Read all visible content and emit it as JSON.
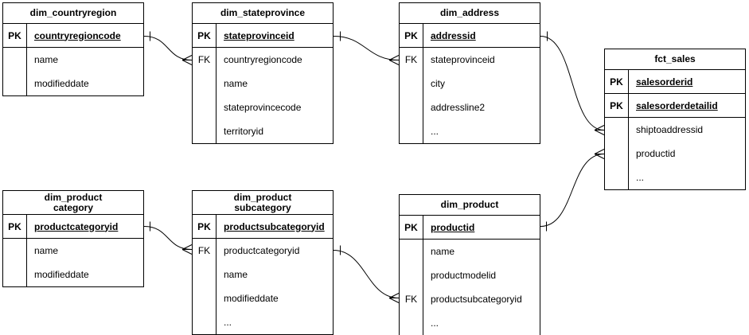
{
  "colors": {
    "background": "#ffffff",
    "line": "#000000",
    "text": "#000000"
  },
  "tables": {
    "countryregion": {
      "title": "dim_countryregion",
      "rows": [
        {
          "key": "PK",
          "field": "countryregioncode"
        },
        {
          "key": "",
          "field": "name"
        },
        {
          "key": "",
          "field": "modifieddate"
        }
      ]
    },
    "stateprovince": {
      "title": "dim_stateprovince",
      "rows": [
        {
          "key": "PK",
          "field": "stateprovinceid"
        },
        {
          "key": "FK",
          "field": "countryregioncode"
        },
        {
          "key": "",
          "field": "name"
        },
        {
          "key": "",
          "field": "stateprovincecode"
        },
        {
          "key": "",
          "field": "territoryid"
        }
      ]
    },
    "address": {
      "title": "dim_address",
      "rows": [
        {
          "key": "PK",
          "field": "addressid"
        },
        {
          "key": "FK",
          "field": "stateprovinceid"
        },
        {
          "key": "",
          "field": "city"
        },
        {
          "key": "",
          "field": "addressline2"
        },
        {
          "key": "",
          "field": "..."
        }
      ]
    },
    "fct_sales": {
      "title": "fct_sales",
      "rows": [
        {
          "key": "PK",
          "field": "salesorderid"
        },
        {
          "key": "PK",
          "field": "salesorderdetailid"
        },
        {
          "key": "",
          "field": "shiptoaddressid"
        },
        {
          "key": "",
          "field": "productid"
        },
        {
          "key": "",
          "field": "..."
        }
      ]
    },
    "productcategory": {
      "title": "dim_product\ncategory",
      "rows": [
        {
          "key": "PK",
          "field": "productcategoryid"
        },
        {
          "key": "",
          "field": "name"
        },
        {
          "key": "",
          "field": "modifieddate"
        }
      ]
    },
    "productsubcategory": {
      "title": "dim_product\nsubcategory",
      "rows": [
        {
          "key": "PK",
          "field": "productsubcategoryid"
        },
        {
          "key": "FK",
          "field": "productcategoryid"
        },
        {
          "key": "",
          "field": "name"
        },
        {
          "key": "",
          "field": "modifieddate"
        },
        {
          "key": "",
          "field": "..."
        }
      ]
    },
    "product": {
      "title": "dim_product",
      "rows": [
        {
          "key": "PK",
          "field": "productid"
        },
        {
          "key": "",
          "field": "name"
        },
        {
          "key": "",
          "field": "productmodelid"
        },
        {
          "key": "FK",
          "field": "productsubcategoryid"
        },
        {
          "key": "",
          "field": "..."
        }
      ]
    }
  },
  "relationships": [
    {
      "from_table": "dim_countryregion",
      "from_field": "countryregioncode",
      "to_table": "dim_stateprovince",
      "to_field": "countryregioncode",
      "cardinality": "one-to-many"
    },
    {
      "from_table": "dim_stateprovince",
      "from_field": "stateprovinceid",
      "to_table": "dim_address",
      "to_field": "stateprovinceid",
      "cardinality": "one-to-many"
    },
    {
      "from_table": "dim_address",
      "from_field": "addressid",
      "to_table": "fct_sales",
      "to_field": "shiptoaddressid",
      "cardinality": "one-to-many"
    },
    {
      "from_table": "dim_product",
      "from_field": "productid",
      "to_table": "fct_sales",
      "to_field": "productid",
      "cardinality": "one-to-many"
    },
    {
      "from_table": "dim_product category",
      "from_field": "productcategoryid",
      "to_table": "dim_product subcategory",
      "to_field": "productcategoryid",
      "cardinality": "one-to-many"
    },
    {
      "from_table": "dim_product subcategory",
      "from_field": "productsubcategoryid",
      "to_table": "dim_product",
      "to_field": "productsubcategoryid",
      "cardinality": "one-to-many"
    }
  ]
}
